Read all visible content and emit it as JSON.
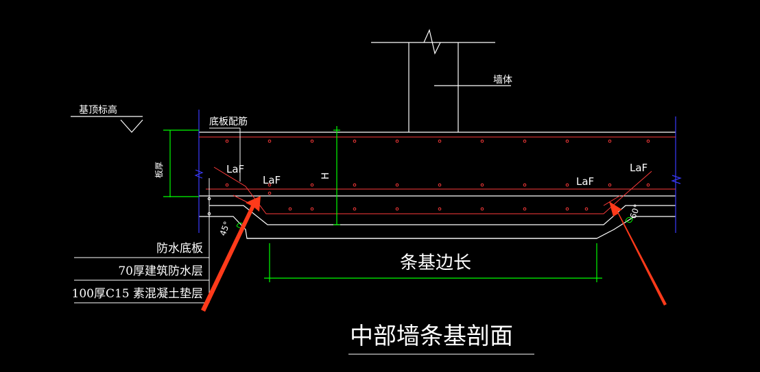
{
  "colors": {
    "background": "#000000",
    "line": "#ffffff",
    "rebar": "#ff3b3b",
    "dimension": "#00ff00",
    "boundary": "#3a3aff",
    "arrow": "#ff3a1a"
  },
  "labels": {
    "top_elevation": "基顶标高",
    "wall": "墙体",
    "bottom_rebar": "底板配筋",
    "slab_thickness": "板厚",
    "height_h": "H",
    "laf_left_outer": "LaF",
    "laf_left_inner": "LaF",
    "laf_right_inner": "LaF",
    "laf_right_outer": "LaF",
    "angle_left": "45°",
    "angle_right": "60°",
    "width_label": "条基边长",
    "title": "中部墙条基剖面"
  },
  "layers": [
    "防水底板",
    "70厚建筑防水层",
    "100厚C15 素混凝土垫层"
  ],
  "icons": {
    "elevation_marker": "triangle-elevation-icon",
    "break_symbol": "zigzag-break-icon",
    "arrows": "red-callout-arrow-icon"
  }
}
